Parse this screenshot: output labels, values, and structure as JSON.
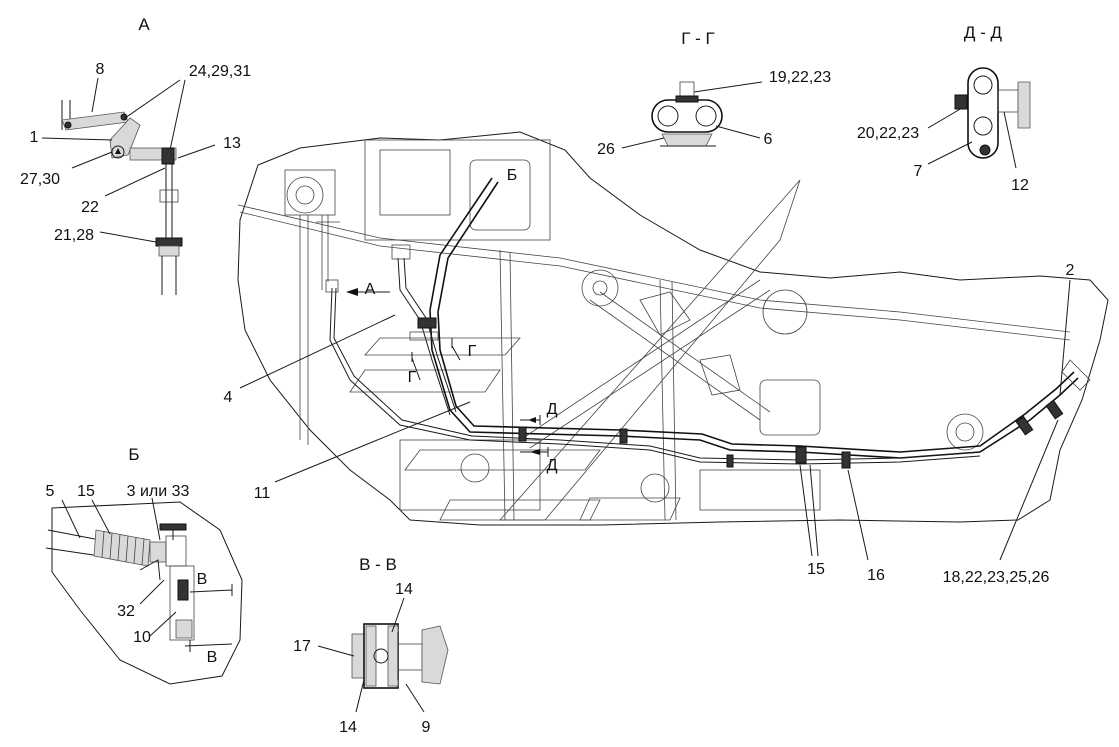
{
  "views": {
    "A": "А",
    "B": "Б",
    "V": "В - В",
    "G": "Г - Г",
    "D": "Д - Д"
  },
  "labels": {
    "l8": "8",
    "l24_29_31": "24,29,31",
    "l1": "1",
    "l13": "13",
    "l27_30": "27,30",
    "l22": "22",
    "l21_28": "21,28",
    "l19_22_23": "19,22,23",
    "l26": "26",
    "l6": "6",
    "l20_22_23": "20,22,23",
    "l7": "7",
    "l12": "12",
    "l2": "2",
    "l4": "4",
    "l11": "11",
    "l15": "15",
    "l16": "16",
    "l18_22_23_25_26": "18,22,23,25,26",
    "l5": "5",
    "l15b": "15",
    "l3_33": "3 или 33",
    "l32": "32",
    "l10": "10",
    "l17": "17",
    "l14a": "14",
    "l14b": "14",
    "l9": "9"
  },
  "markers": {
    "B_top": "Б",
    "A_arrow": "А",
    "G1": "Г",
    "G2": "Г",
    "D1": "Д",
    "D2": "Д",
    "V1": "В",
    "V2": "В"
  },
  "colors": {
    "line": "#1a1a1a",
    "shade": "#d9d9d9",
    "background": "#ffffff"
  }
}
